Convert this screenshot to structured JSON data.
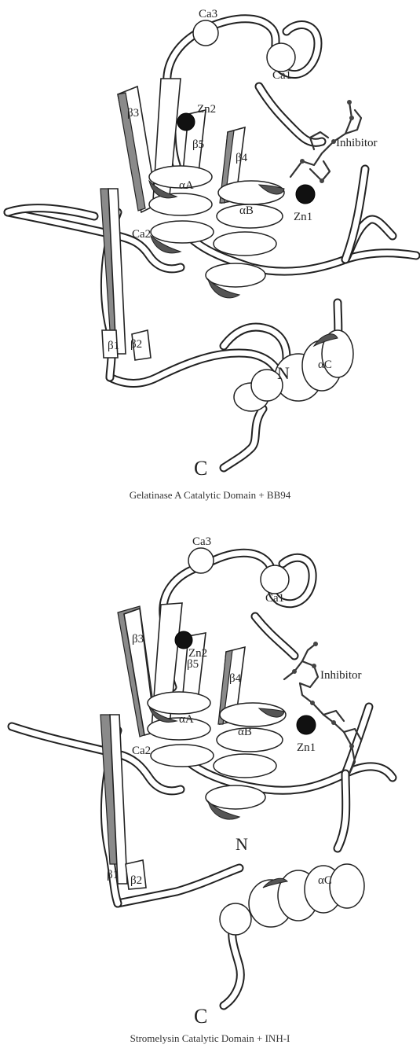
{
  "panels": [
    {
      "caption": "Gelatinase A Catalytic Domain + BB94",
      "labels": {
        "ca1": "Ca1",
        "ca2": "Ca2",
        "ca3": "Ca3",
        "zn1": "Zn1",
        "zn2": "Zn2",
        "beta1": "β1",
        "beta2": "β2",
        "beta3": "β3",
        "beta4": "β4",
        "beta5": "β5",
        "alphaA": "αA",
        "alphaB": "αB",
        "alphaC": "αC",
        "n_term": "N",
        "c_term": "C",
        "inhibitor": "Inhibitor"
      }
    },
    {
      "caption": "Stromelysin Catalytic Domain + INH-I",
      "labels": {
        "ca1": "Ca1",
        "ca2": "Ca2",
        "ca3": "Ca3",
        "zn1": "Zn1",
        "zn2": "Zn2",
        "beta1": "β1",
        "beta2": "β2",
        "beta3": "β3",
        "beta4": "β4",
        "beta5": "β5",
        "alphaA": "αA",
        "alphaB": "αB",
        "alphaC": "αC",
        "n_term": "N",
        "c_term": "C",
        "inhibitor": "Inhibitor"
      }
    }
  ]
}
